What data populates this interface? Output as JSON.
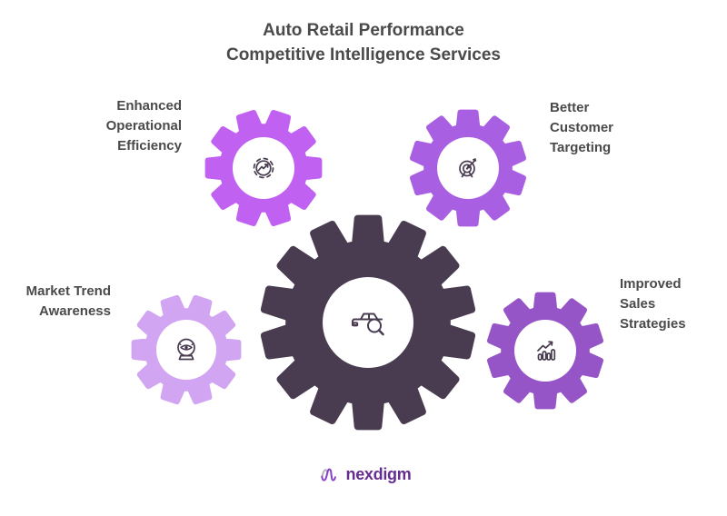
{
  "title": {
    "line1": "Auto Retail Performance",
    "line2": "Competitive Intelligence Services"
  },
  "colors": {
    "background": "#ffffff",
    "title_text": "#4a4a4b",
    "label_text": "#4a4a4b",
    "icon_stroke": "#493c51",
    "center_gear": "#493c51",
    "gear_top_left": "#c061f2",
    "gear_top_right": "#a95fe2",
    "gear_left": "#d2a5f2",
    "gear_right": "#9655c6",
    "gear_hole": "#ffffff",
    "logo_text": "#662d91",
    "logo_mark_gray": "#b9b2bd",
    "logo_mark_purple": "#8440c9"
  },
  "center_gear": {
    "icon": "car-search-icon"
  },
  "satellites": [
    {
      "label": "Enhanced\nOperational\nEfficiency",
      "icon": "cog-trend-icon",
      "position": "top-left"
    },
    {
      "label": "Better\nCustomer\nTargeting",
      "icon": "target-dart-icon",
      "position": "top-right"
    },
    {
      "label": "Market Trend\nAwareness",
      "icon": "crystal-ball-icon",
      "position": "left"
    },
    {
      "label": "Improved\nSales\nStrategies",
      "icon": "growth-chart-icon",
      "position": "right"
    }
  ],
  "logo": {
    "text": "nexdigm"
  }
}
